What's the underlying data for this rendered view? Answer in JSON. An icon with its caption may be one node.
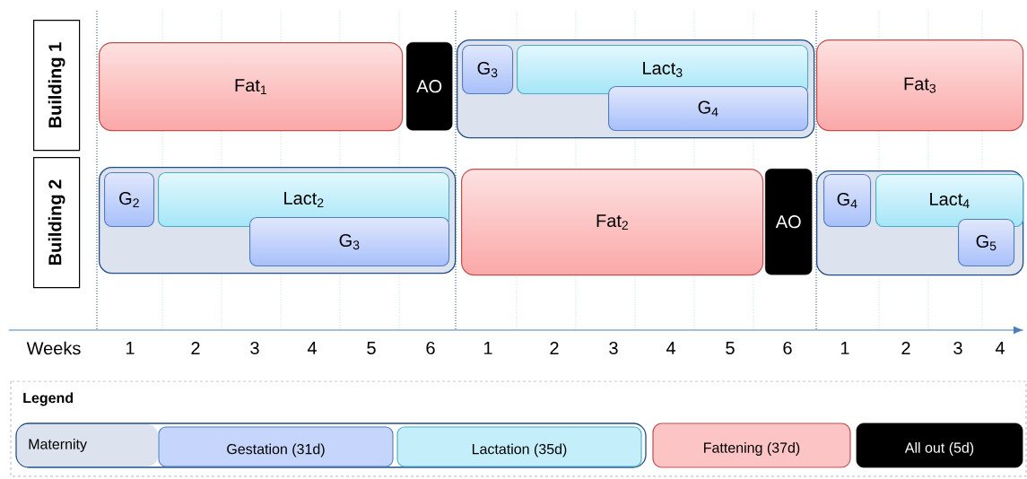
{
  "diagram": {
    "nodes": [
      {
        "text": [
          "Building 1"
        ]
      },
      {
        "text": [
          "Fat$_{1}$"
        ]
      },
      {
        "text": [
          "AO"
        ]
      },
      {
        "text": [],
        "shape": "box"
      },
      {
        "text": [
          "G$_{3}$"
        ],
        "in": 3
      },
      {
        "text": [
          "Lact$_{3}$"
        ],
        "in": 3
      },
      {
        "text": [
          "G$_{4}$"
        ],
        "in": 3
      },
      {
        "text": [
          "Fat$_{3}$"
        ]
      },
      {
        "text": [
          "Building 2"
        ]
      },
      {
        "text": [],
        "shape": "box"
      },
      {
        "text": [
          "G$_{2}$"
        ],
        "in": 9
      },
      {
        "text": [
          "Lact$_{2}$"
        ],
        "in": 9
      },
      {
        "text": [
          "G$_{3}$"
        ],
        "in": 9
      },
      {
        "text": [
          "Fat$_{2}$"
        ]
      },
      {
        "text": [
          "AO"
        ]
      },
      {
        "text": [],
        "shape": "box"
      },
      {
        "text": [
          "G$_{4}$"
        ],
        "in": 15
      },
      {
        "text": [
          "Lact$_{4}$"
        ],
        "in": 15
      },
      {
        "text": [
          "G$_{5}$"
        ],
        "in": 15
      }
    ],
    "labels": [
      "Weeks",
      "1",
      "2",
      "3",
      "4",
      "5",
      "6",
      "1",
      "2",
      "3",
      "4",
      "5",
      "6",
      "1",
      "2",
      "3",
      "4",
      "Legend"
    ],
    "legend": [
      {
        "text": "Maternity",
        "color": "#dce3ee"
      },
      {
        "text": "Gestation (31d)",
        "color": "#c6d5fb"
      },
      {
        "text": "Lactation (35d)",
        "color": "#c4effa"
      },
      {
        "text": "Fattening (37d)",
        "color": "#fcc4c4"
      },
      {
        "text": "All out (5d)",
        "color": "#000000"
      }
    ]
  }
}
